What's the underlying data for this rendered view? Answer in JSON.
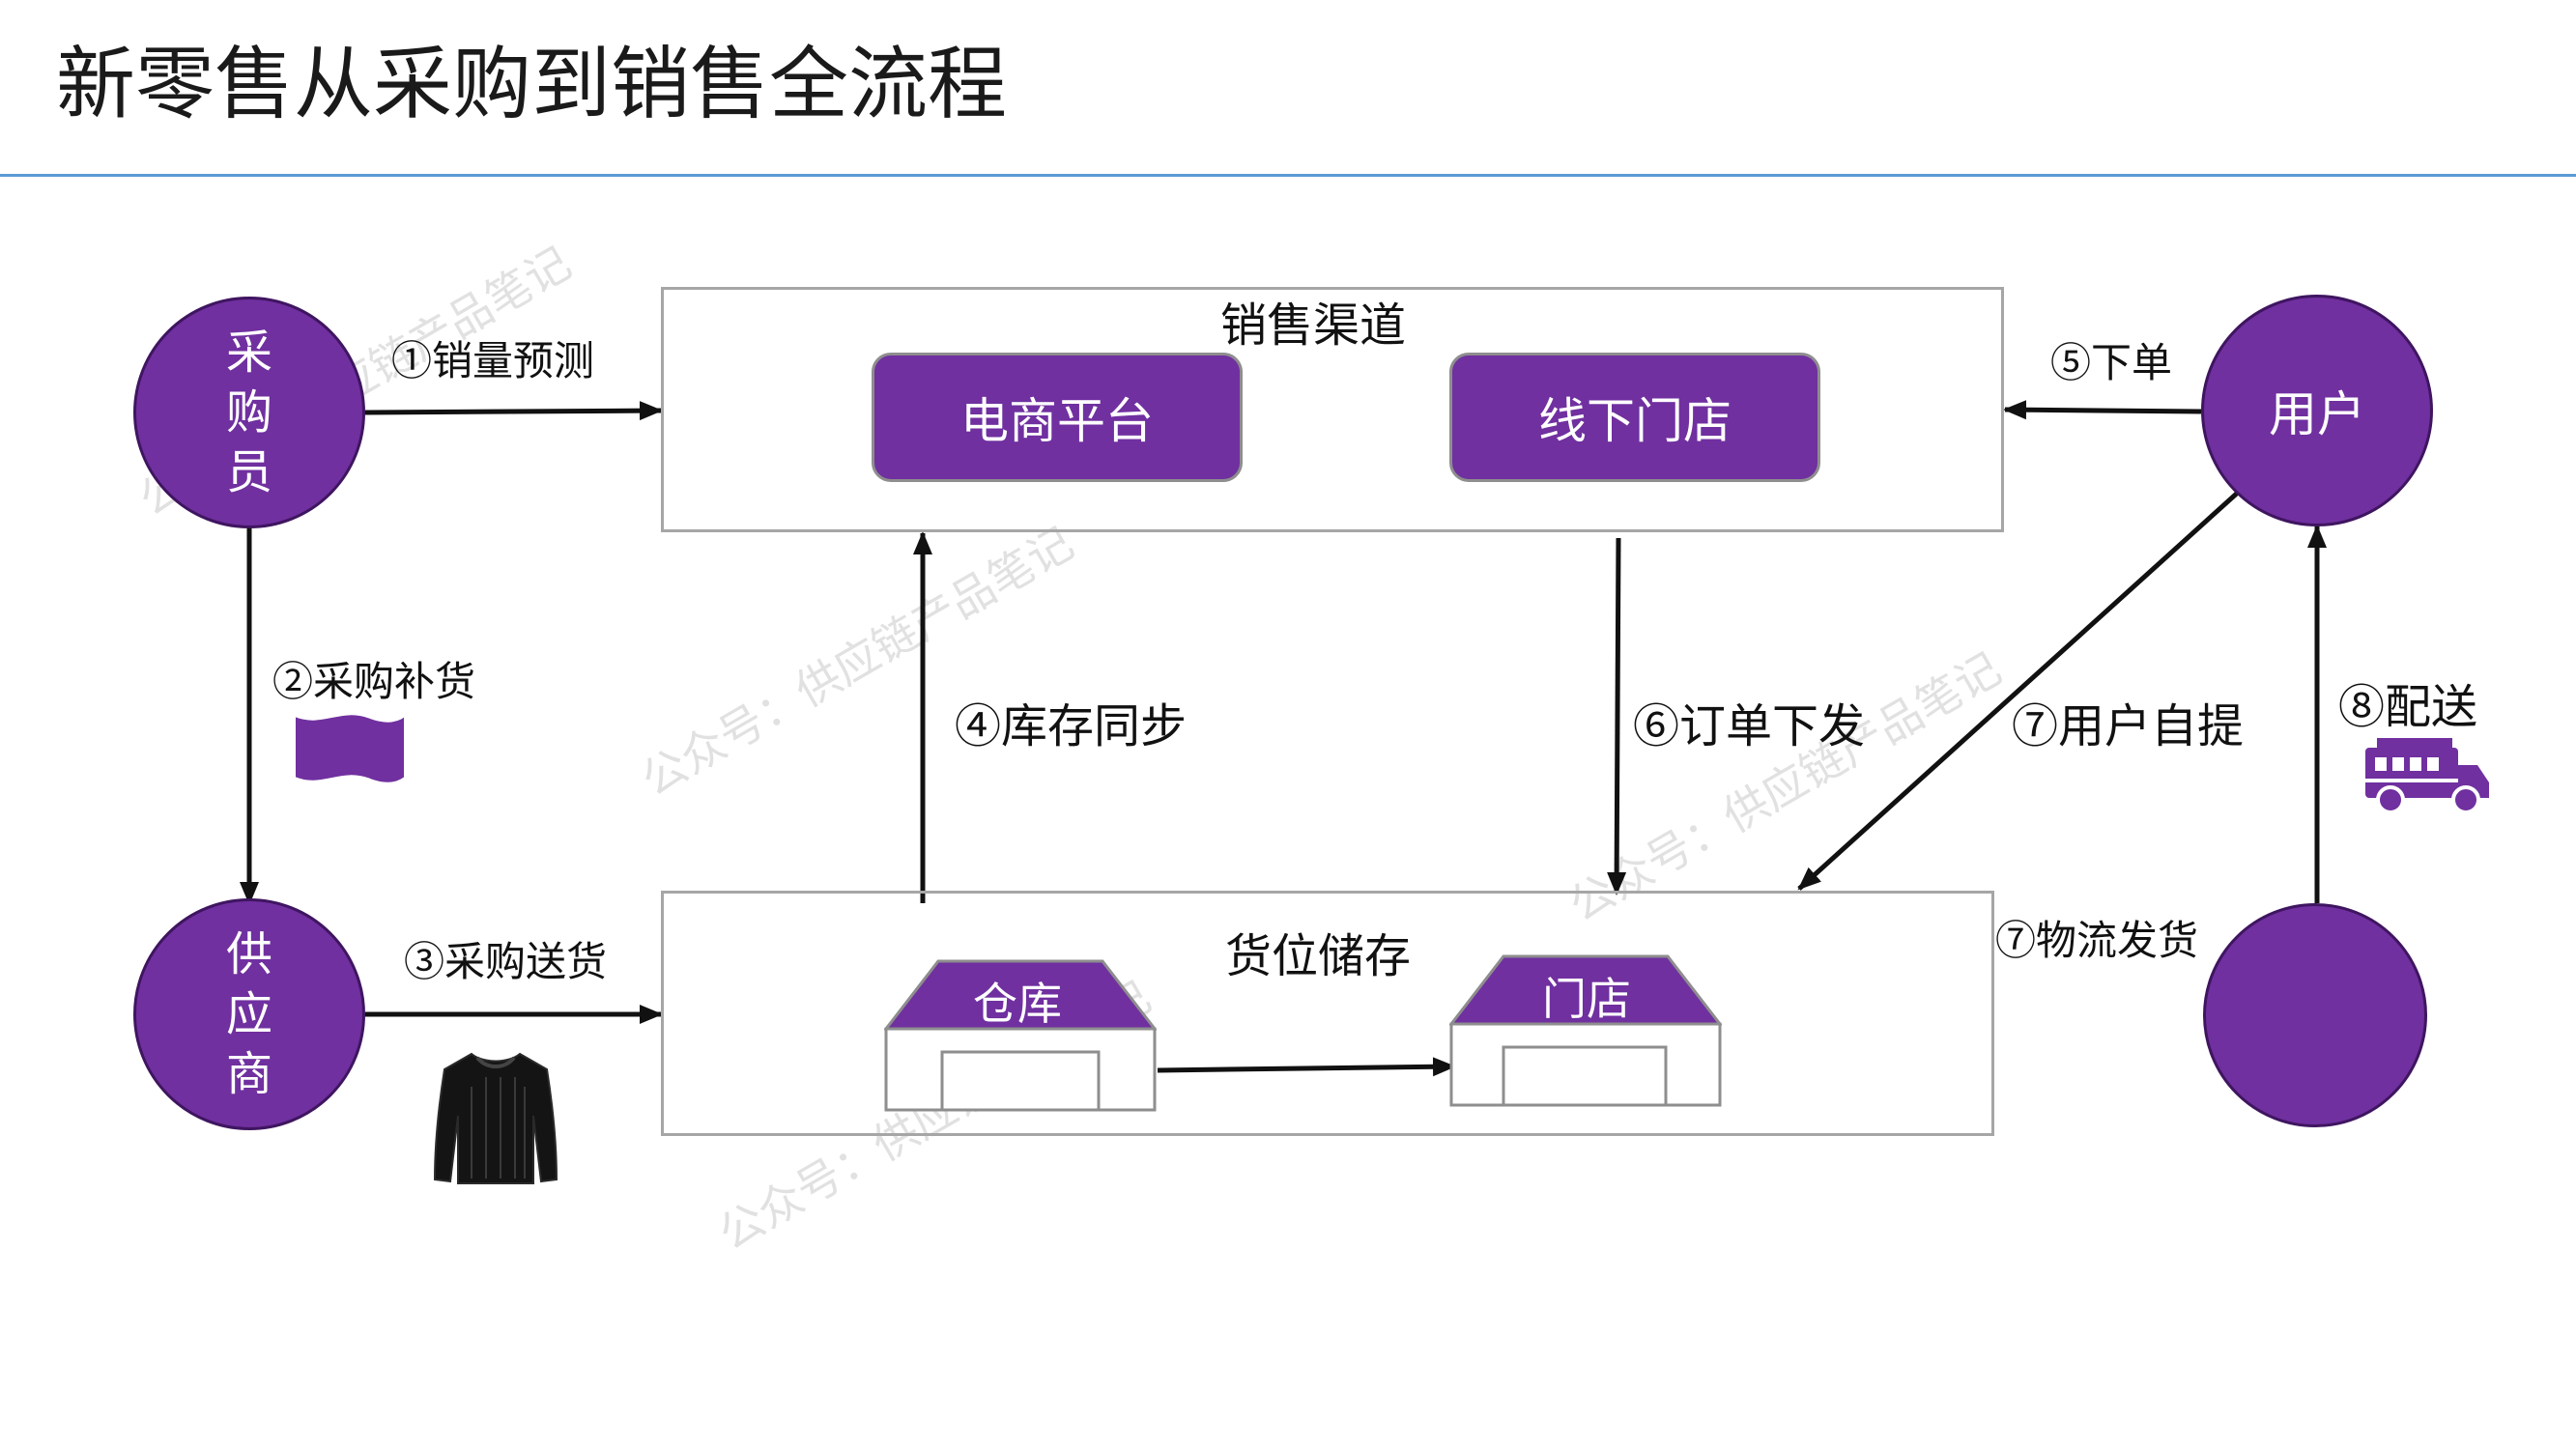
{
  "slide": {
    "title": "新零售从采购到销售全流程"
  },
  "colors": {
    "accent": "#7030a0",
    "rule": "#5b9bd5",
    "box_border": "#a6a6a6"
  },
  "nodes": {
    "buyer": "采购员",
    "supplier": "供应商",
    "user": "用户",
    "courier": ""
  },
  "sales_channel": {
    "title": "销售渠道",
    "ecommerce": "电商平台",
    "offline_store": "线下门店"
  },
  "storage": {
    "title": "货位储存",
    "warehouse": "仓库",
    "store": "门店"
  },
  "steps": {
    "s1": "①销量预测",
    "s2": "②采购补货",
    "s3": "③采购送货",
    "s4": "④库存同步",
    "s5": "⑤下单",
    "s6": "⑥订单下发",
    "s7a": "⑦用户自提",
    "s7b": "⑦物流发货",
    "s8": "⑧配送"
  },
  "icons": {
    "flag": "flag-icon",
    "sweater": "sweater-icon",
    "truck": "truck-icon",
    "warehouse": "warehouse-icon",
    "store": "store-icon"
  },
  "watermark": "公众号：供应链产品笔记"
}
